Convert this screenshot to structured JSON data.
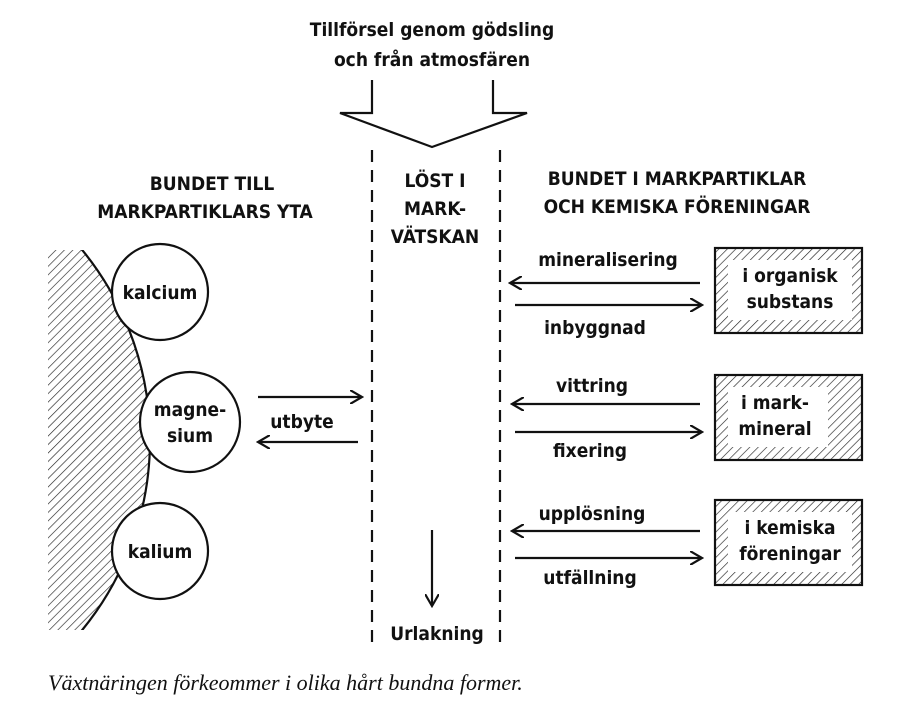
{
  "supply": {
    "line1": "Tillförsel genom gödsling",
    "line2": "och från atmosfären"
  },
  "headers": {
    "left": {
      "line1": "BUNDET TILL",
      "line2": "MARKPARTIKLARS YTA"
    },
    "middle": {
      "line1": "LÖST I",
      "line2": "MARK-",
      "line3": "VÄTSKAN"
    },
    "right": {
      "line1": "BUNDET I MARKPARTIKLAR",
      "line2": "OCH KEMISKA FÖRENINGAR"
    }
  },
  "ions": {
    "kalcium": "kalcium",
    "magnesium": {
      "line1": "magne-",
      "line2": "sium"
    },
    "kalium": "kalium"
  },
  "exchange": "utbyte",
  "leaching": "Urlakning",
  "processes": [
    {
      "release": "mineralisering",
      "binding": "inbyggnad",
      "box": {
        "line1": "i organisk",
        "line2": "substans"
      }
    },
    {
      "release": "vittring",
      "binding": "fixering",
      "box": {
        "line1": "i mark-",
        "line2": "mineral"
      }
    },
    {
      "release": "upplösning",
      "binding": "utfällning",
      "box": {
        "line1": "i kemiska",
        "line2": "föreningar"
      }
    }
  ],
  "caption": "Växtnäringen förkeommer i olika hårt bundna former."
}
